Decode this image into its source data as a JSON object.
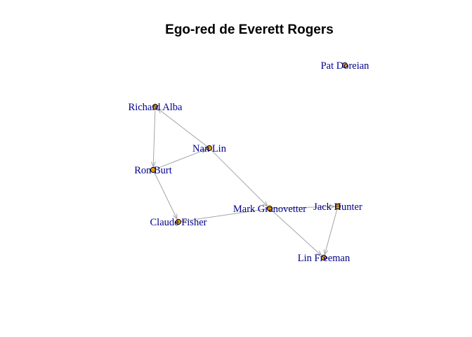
{
  "title": "Ego-red de Everett Rogers",
  "colors": {
    "edge": "#a6a6a6",
    "node_fill": "#e69f00",
    "node_stroke": "#000000",
    "label": "#00008b",
    "title": "#000000"
  },
  "nodes": [
    {
      "id": "pat",
      "label": "Pat Doreian"
    },
    {
      "id": "alba",
      "label": "Richard Alba"
    },
    {
      "id": "lin",
      "label": "Nan Lin"
    },
    {
      "id": "burt",
      "label": "Ron Burt"
    },
    {
      "id": "hunter",
      "label": "Jack Hunter"
    },
    {
      "id": "granovetter",
      "label": "Mark Granovetter"
    },
    {
      "id": "fisher",
      "label": "Claude Fisher"
    },
    {
      "id": "freeman",
      "label": "Lin Freeman"
    }
  ],
  "edges": [
    {
      "from": "lin",
      "to": "alba"
    },
    {
      "from": "alba",
      "to": "burt"
    },
    {
      "from": "burt",
      "to": "lin"
    },
    {
      "from": "burt",
      "to": "fisher"
    },
    {
      "from": "lin",
      "to": "granovetter"
    },
    {
      "from": "granovetter",
      "to": "fisher"
    },
    {
      "from": "granovetter",
      "to": "hunter"
    },
    {
      "from": "granovetter",
      "to": "freeman"
    },
    {
      "from": "hunter",
      "to": "freeman"
    }
  ]
}
